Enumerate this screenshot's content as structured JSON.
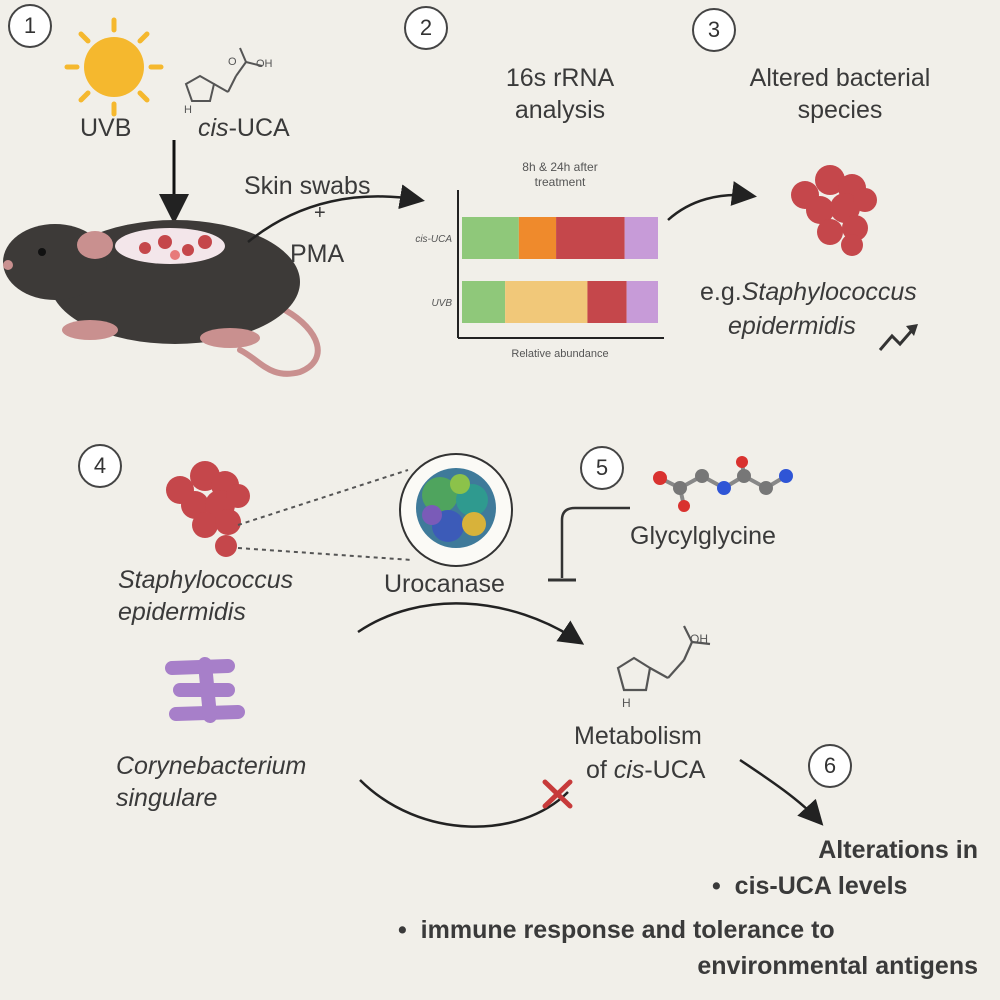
{
  "steps": [
    "1",
    "2",
    "3",
    "4",
    "5",
    "6"
  ],
  "panel1": {
    "uvb": "UVB",
    "cis_uca_italic": "cis",
    "cis_uca_rest": "-UCA",
    "skin_swabs": "Skin swabs",
    "plus": "+",
    "pma": "PMA"
  },
  "molecule": {
    "o_label": "O",
    "oh_label": "OH",
    "h_label": "H"
  },
  "panel2": {
    "title_line1": "16s rRNA",
    "title_line2": "analysis",
    "subtitle_line1": "8h & 24h after",
    "subtitle_line2": "treatment",
    "xlabel": "Relative abundance"
  },
  "chart_data": {
    "type": "bar",
    "orientation": "horizontal-stacked",
    "title": "8h & 24h after treatment",
    "xlabel": "Relative abundance",
    "categories": [
      "cis-UCA",
      "UVB"
    ],
    "series": [
      {
        "color": "#8fc87a",
        "values": [
          0.29,
          0.22
        ]
      },
      {
        "color": "#ef8a2c",
        "values": [
          0.19,
          0.0
        ]
      },
      {
        "color": "#f1c879",
        "values": [
          0.0,
          0.42
        ]
      },
      {
        "color": "#c5474b",
        "values": [
          0.35,
          0.2
        ]
      },
      {
        "color": "#c79bd8",
        "values": [
          0.17,
          0.16
        ]
      }
    ]
  },
  "panel3": {
    "title_line1": "Altered bacterial",
    "title_line2": "species",
    "eg_prefix": "e.g.",
    "species1": "Staphylococcus",
    "species2": "epidermidis"
  },
  "panel4": {
    "staph1": "Staphylococcus",
    "staph2": "epidermidis",
    "urocanase": "Urocanase",
    "coryne1": "Corynebacterium",
    "coryne2": "singulare"
  },
  "panel5": {
    "glycylglycine": "Glycylglycine"
  },
  "metabolism": {
    "line1": "Metabolism",
    "line2_prefix": "of ",
    "line2_italic": "cis",
    "line2_suffix": "-UCA"
  },
  "panel6": {
    "heading": "Alterations in",
    "bullet1": "cis-UCA levels",
    "bullet2_line1": "immune response and tolerance to",
    "bullet2_line2": "environmental antigens",
    "bullet_char": "•"
  },
  "colors": {
    "staph": "#c5474b",
    "coryne": "#a77fc9",
    "sun": "#f5b82e",
    "mouse": "#3d3a38",
    "cross": "#c73a3a"
  }
}
